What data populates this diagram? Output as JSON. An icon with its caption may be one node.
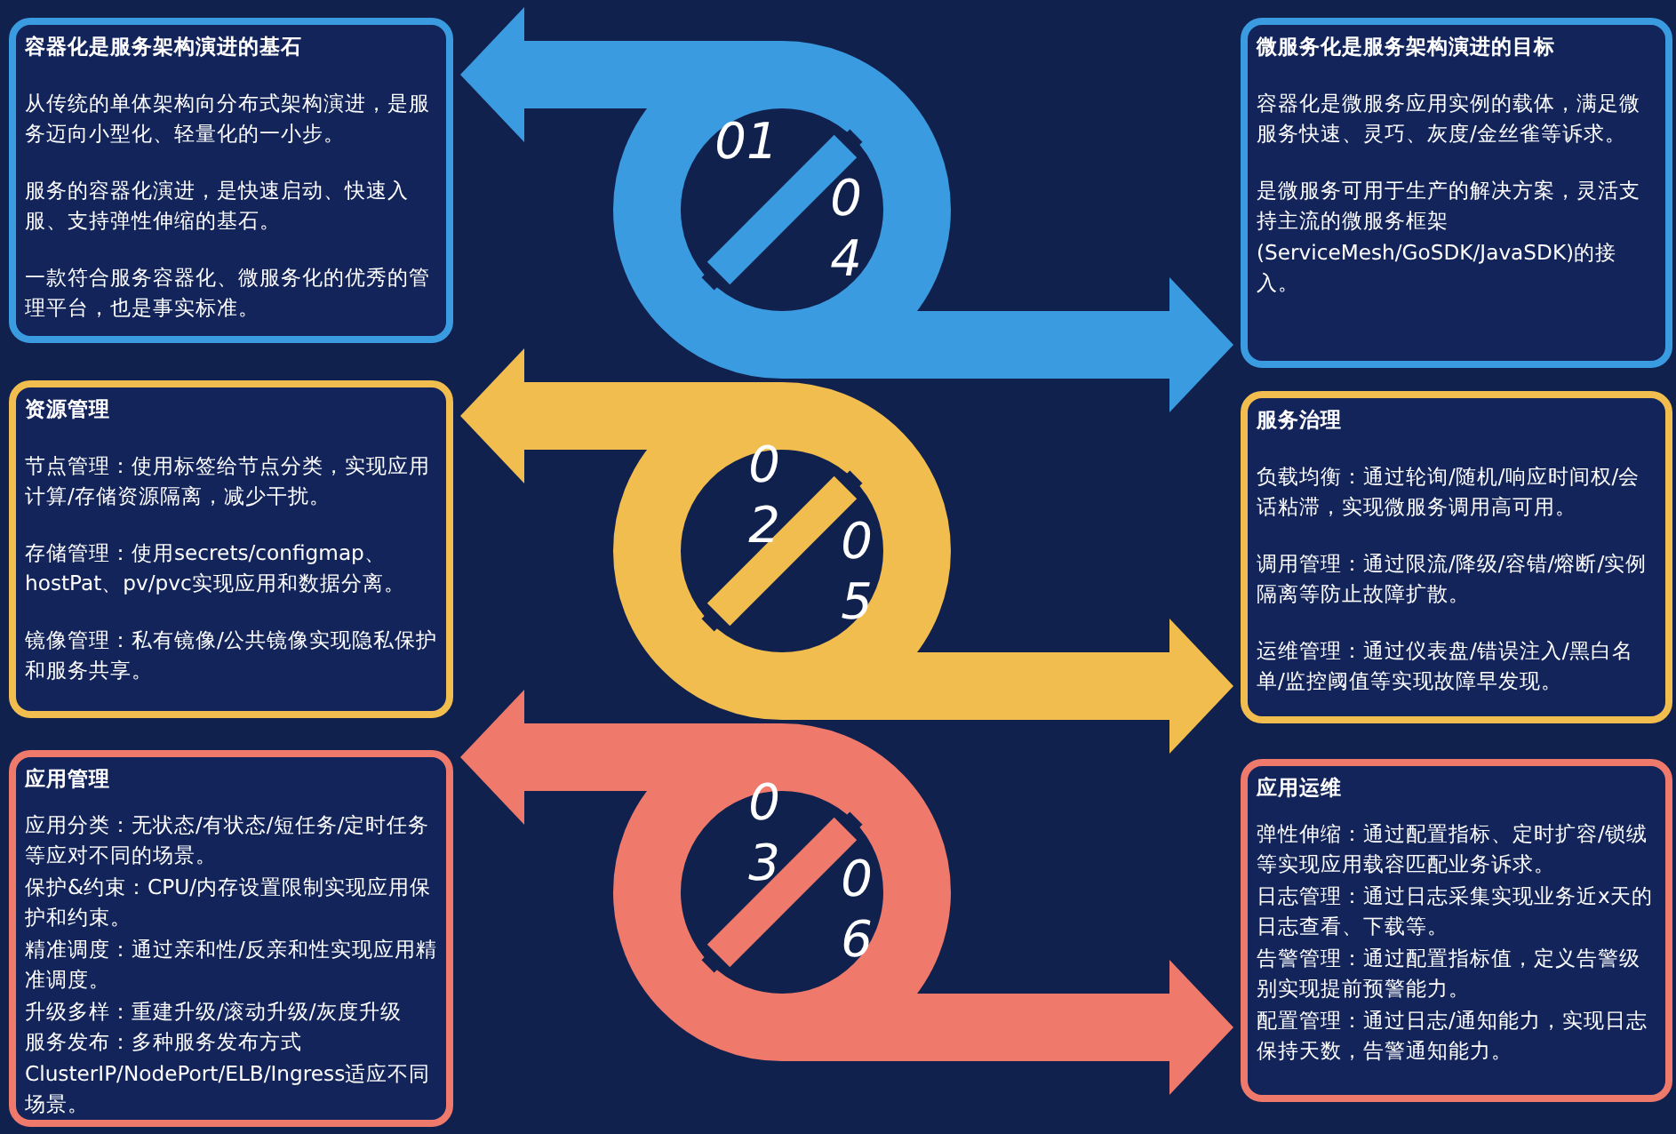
{
  "diagram": {
    "nodes": [
      {
        "text": [
          "容器化是服务架构演进的基石",
          "从传统的单体架构向分布式架构演进，是服务迈向小型化、轻量化的一小步。",
          "服务的容器化演进，是快速启动、快速入服、支持弹性伸缩的基石。",
          "一款符合服务容器化、微服务化的优秀的管理平台，也是事实标准。"
        ]
      },
      {
        "text": [
          "资源管理",
          "节点管理：使用标签给节点分类，实现应用计算/存储资源隔离，减少干扰。",
          "存储管理：使用secrets/configmap、hostPat、pv/pvc实现应用和数据分离。",
          "镜像管理：私有镜像/公共镜像实现隐私保护和服务共享。"
        ]
      },
      {
        "text": [
          "应用管理",
          "应用分类：无状态/有状态/短任务/定时任务等应对不同的场景。",
          "保护&约束：CPU/内存设置限制实现应用保护和约束。",
          "精准调度：通过亲和性/反亲和性实现应用精准调度。",
          "升级多样：重建升级/滚动升级/灰度升级",
          "服务发布：多种服务发布方式ClusterIP/NodePort/ELB/Ingress适应不同场景。"
        ]
      },
      {
        "text": [
          "微服务化是服务架构演进的目标",
          "容器化是微服务应用实例的载体，满足微服务快速、灵巧、灰度/金丝雀等诉求。",
          "是微服务可用于生产的解决方案，灵活支持主流的微服务框架(ServiceMesh/GoSDK/JavaSDK)的接入。"
        ]
      },
      {
        "text": [
          "服务治理",
          "负载均衡：通过轮询/随机/响应时间权/会话粘滞，实现微服务调用高可用。",
          "调用管理：通过限流/降级/容错/熔断/实例隔离等防止故障扩散。",
          "运维管理：通过仪表盘/错误注入/黑白名单/监控阈值等实现故障早发现。"
        ]
      },
      {
        "text": [
          "应用运维",
          "弹性伸缩：通过配置指标、定时扩容/锁绒等实现应用载容匹配业务诉求。",
          "日志管理：通过日志采集实现业务近x天的日志查看、下载等。",
          "告警管理：通过配置指标值，定义告警级别实现提前预警能力。",
          "配置管理：通过日志/通知能力，实现日志保持天数，告警通知能力。"
        ]
      },
      {
        "text": [
          "01",
          "04"
        ]
      },
      {
        "text": [
          "02",
          "05"
        ]
      },
      {
        "text": [
          "03",
          "06"
        ]
      }
    ],
    "edges": [
      {
        "from": 6,
        "to": 0,
        "arrow": "to",
        "color": "#3a9be0"
      },
      {
        "from": 6,
        "to": 3,
        "arrow": "to",
        "color": "#3a9be0"
      },
      {
        "from": 7,
        "to": 1,
        "arrow": "to",
        "color": "#f2bd4f"
      },
      {
        "from": 7,
        "to": 4,
        "arrow": "to",
        "color": "#f2bd4f"
      },
      {
        "from": 8,
        "to": 2,
        "arrow": "to",
        "color": "#ef7a6b"
      },
      {
        "from": 8,
        "to": 5,
        "arrow": "to",
        "color": "#ef7a6b"
      }
    ]
  }
}
